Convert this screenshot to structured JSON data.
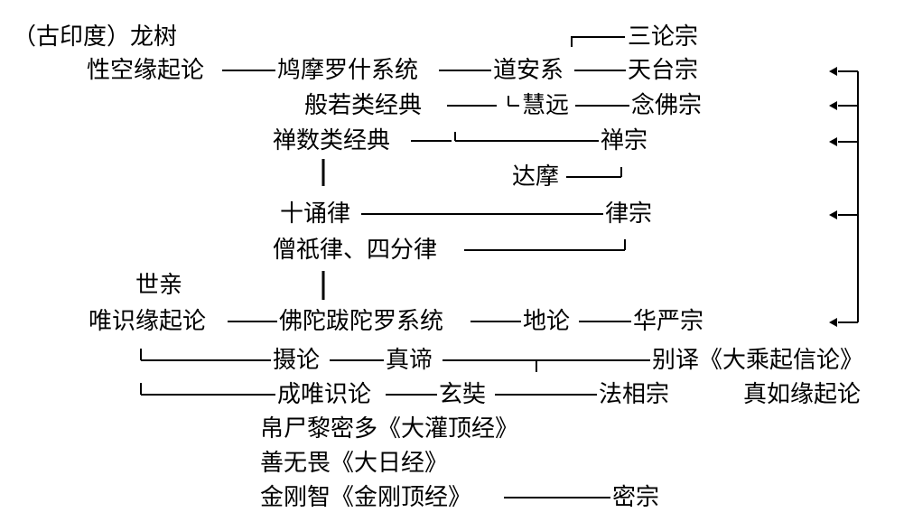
{
  "diagram": {
    "origin": "（古印度）龙树",
    "madhyamaka": "性空缘起论",
    "kumarajiva": "鸠摩罗什系统",
    "daoan": "道安系",
    "sanlun": "三论宗",
    "tiantai": "天台宗",
    "prajna_sutras": "般若类经典",
    "huiyuan": "慧远",
    "nianfo": "念佛宗",
    "chan_sutras": "禅数类经典",
    "chan": "禅宗",
    "bodhidharma": "达摩",
    "shisong": "十诵律",
    "vinaya": "律宗",
    "sengqi": "僧祇律、四分律",
    "vasubandhu": "世亲",
    "yogacara": "唯识缘起论",
    "buddhabhadra": "佛陀跋陀罗系统",
    "dilun": "地论",
    "huayan": "华严宗",
    "shelun": "摄论",
    "paramartha": "真谛",
    "bieyi": "别译《大乘起信论》",
    "chengweishi": "成唯识论",
    "xuanzang": "玄奘",
    "faxiang": "法相宗",
    "zhenru": "真如缘起论",
    "srimitra": "帛尸黎密多《大灌顶经》",
    "subhakarasimha": "善无畏《大日经》",
    "vajrabodhi": "金刚智《金刚顶经》",
    "mizong": "密宗"
  }
}
